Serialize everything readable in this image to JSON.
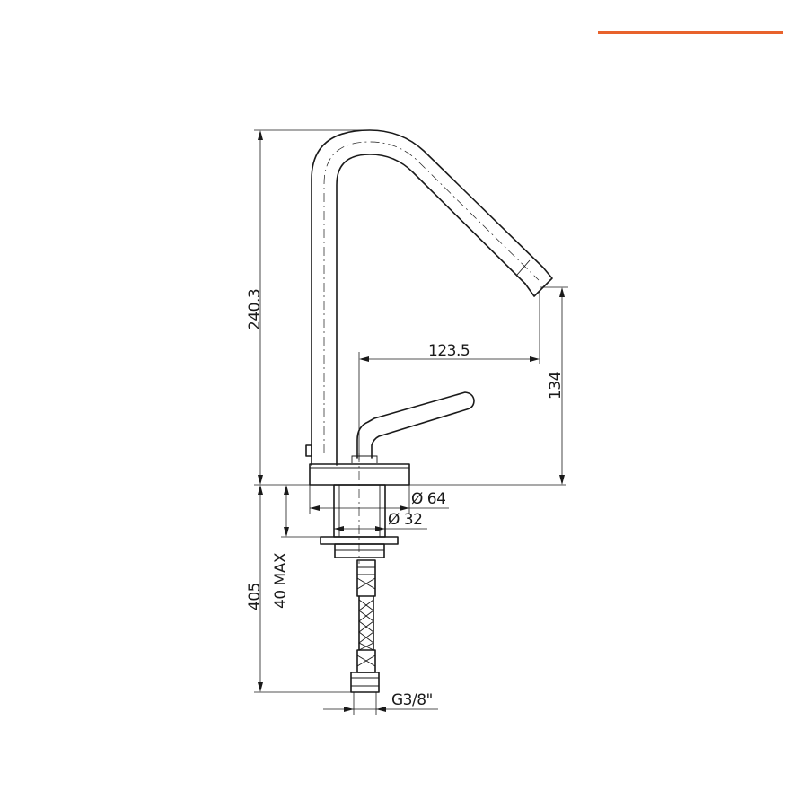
{
  "accent_color": "#e8622c",
  "dimensions": {
    "total_height": "240.3",
    "spout_reach": "123.5",
    "spout_height": "134",
    "base_diameter": "Ø 64",
    "shank_diameter": "Ø 32",
    "hose_length": "405",
    "max_thickness": "40 MAX",
    "connection": "G3/8\""
  }
}
